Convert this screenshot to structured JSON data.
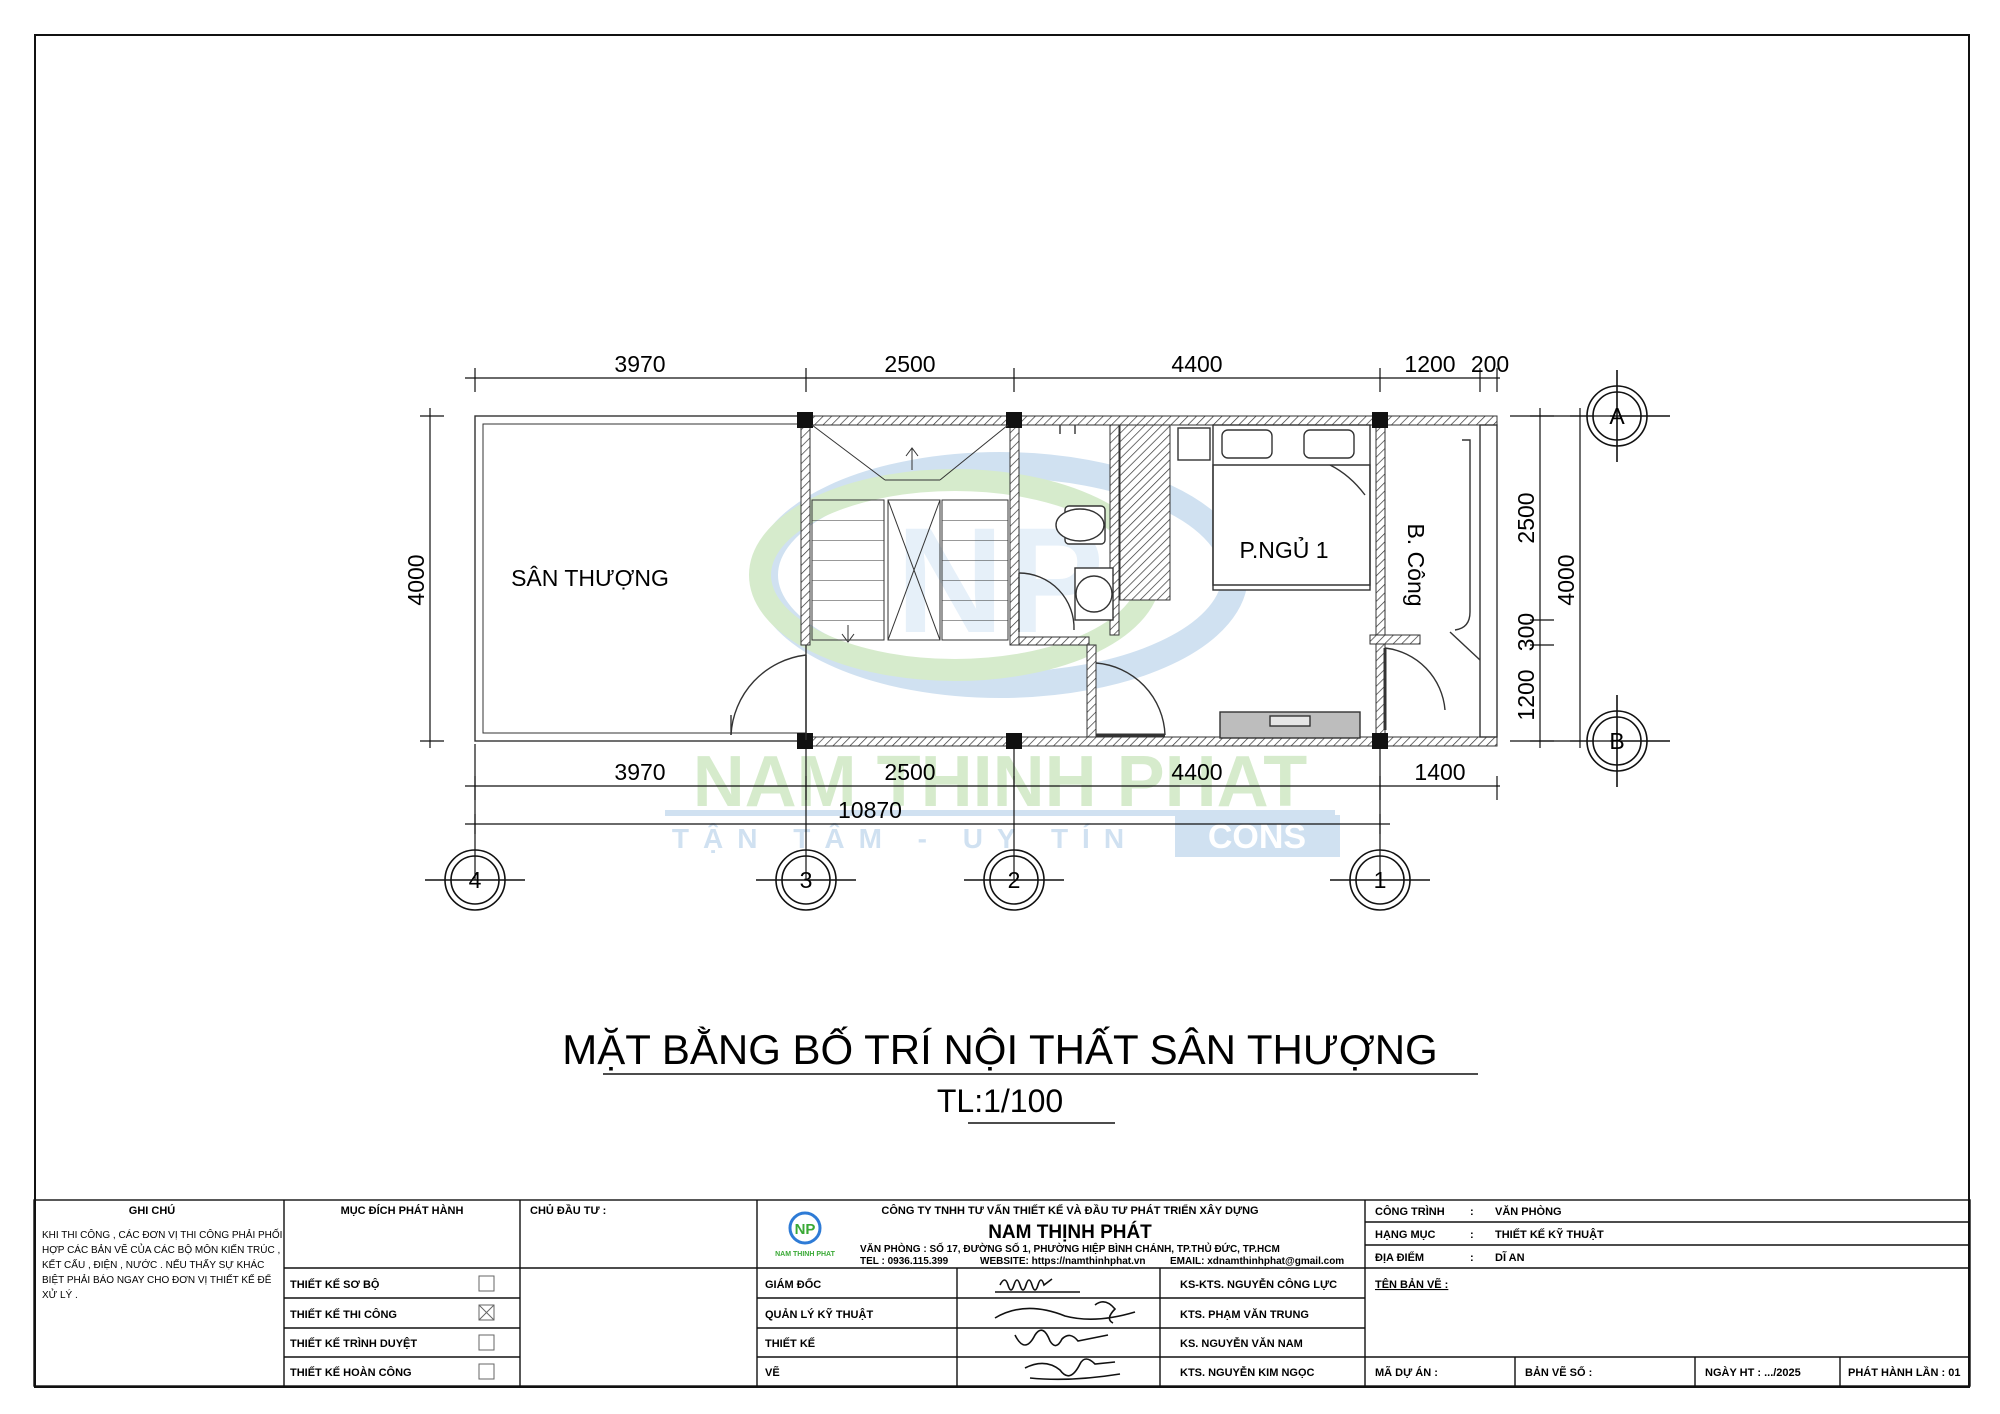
{
  "drawing": {
    "title": "MẶT BẰNG BỐ TRÍ NỘI THẤT SÂN THƯỢNG",
    "scale": "TL:1/100"
  },
  "plan": {
    "top_dims": [
      "3970",
      "2500",
      "4400",
      "1200",
      "200"
    ],
    "bottom_dims": [
      "3970",
      "2500",
      "4400",
      "1400"
    ],
    "total_dim": "10870",
    "left_dim": "4000",
    "right_dims": [
      "2500",
      "300",
      "1200"
    ],
    "right_total_dim": "4000",
    "axes_horizontal": [
      "A",
      "B"
    ],
    "axes_vertical": [
      "4",
      "3",
      "2",
      "1"
    ],
    "rooms": {
      "san_thuong": "SÂN THƯỢNG",
      "bedroom": "P.NGỦ 1",
      "balcony": "B. Công"
    }
  },
  "watermark": {
    "brand": "NAM THINH PHAT",
    "slogan": "TẬN TÂM - UY TÍN",
    "cons": "CONS",
    "color_green": "#bfe3b4",
    "color_blue": "#b9cdea"
  },
  "title_block": {
    "notes_header": "GHI CHÚ",
    "notes_lines": [
      "KHI THI CÔNG , CÁC ĐƠN VỊ THI CÔNG PHẢI PHỐI",
      "HỢP CÁC BẢN VẼ CỦA CÁC BỘ MÔN KIẾN TRÚC ,",
      "KẾT CẤU , ĐIỆN , NƯỚC . NẾU THẤY SỰ KHÁC",
      "BIỆT PHẢI BÁO NGAY CHO ĐƠN VỊ THIẾT KẾ ĐỂ",
      "XỬ LÝ ."
    ],
    "purpose_header": "MỤC ĐÍCH PHÁT HÀNH",
    "purpose_items": [
      {
        "label": "THIẾT KẾ SƠ BỘ",
        "checked": false
      },
      {
        "label": "THIẾT KẾ THI CÔNG",
        "checked": true
      },
      {
        "label": "THIẾT KẾ TRÌNH DUYỆT",
        "checked": false
      },
      {
        "label": "THIẾT KẾ HOÀN CÔNG",
        "checked": false
      }
    ],
    "owner_label": "CHỦ ĐẦU TƯ :",
    "company": {
      "name_line": "CÔNG TY TNHH TƯ VẤN THIẾT KẾ VÀ ĐẦU TƯ PHÁT TRIỂN XÂY DỰNG",
      "brand": "NAM THỊNH PHÁT",
      "office": "VĂN PHÒNG   : SỐ 17, ĐƯỜNG SỐ 1, PHƯỜNG HIỆP BÌNH CHÁNH, TP.THỦ ĐỨC, TP.HCM",
      "tel": "TEL : 0936.115.399",
      "website": "WEBSITE: https://namthinhphat.vn",
      "email": "EMAIL: xdnamthinhphat@gmail.com",
      "logo_text": "NAM THINH PHAT",
      "logo_letters": "NP"
    },
    "signatures": [
      {
        "role": "GIÁM ĐỐC",
        "name": "KS-KTS. NGUYỄN CÔNG LỰC"
      },
      {
        "role": "QUẢN LÝ KỸ THUẬT",
        "name": "KTS. PHẠM VĂN  TRUNG"
      },
      {
        "role": "THIẾT KẾ",
        "name": "KS. NGUYỄN VĂN NAM"
      },
      {
        "role": "VẼ",
        "name": "KTS. NGUYỄN KIM NGỌC"
      }
    ],
    "project": [
      {
        "label": "CÔNG TRÌNH",
        "sep": ":",
        "value": "VĂN PHÒNG"
      },
      {
        "label": "HẠNG MỤC",
        "sep": ":",
        "value": "THIẾT KẾ KỸ THUẬT"
      },
      {
        "label": "ĐỊA ĐIỂM",
        "sep": ":",
        "value": "DĨ AN"
      }
    ],
    "sheet_name_label": "TÊN BẢN VẼ :",
    "project_code_label": "MÃ DỰ ÁN :",
    "sheet_no_label": "BẢN VẼ SỐ :",
    "date_label": "NGÀY HT :   .../2025",
    "issue_label": "PHÁT HÀNH LẦN :   01"
  }
}
